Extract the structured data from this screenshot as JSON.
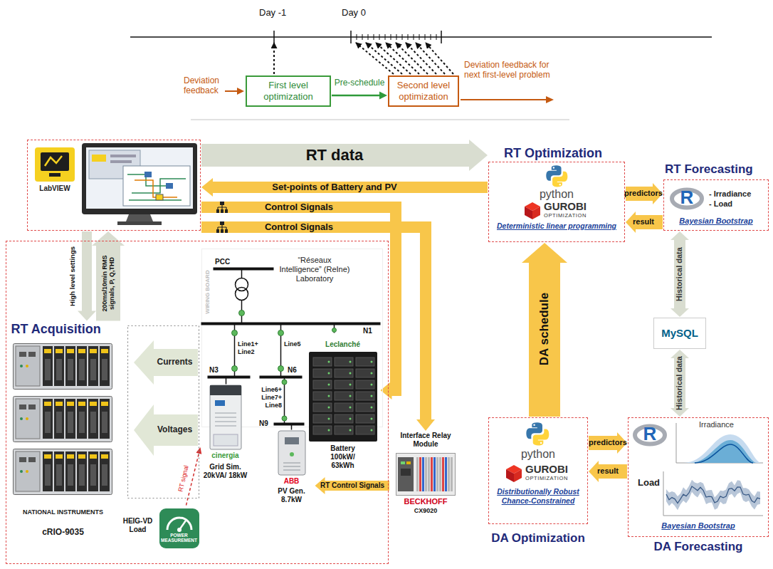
{
  "diagram": {
    "nodes": [
      {
        "text": [
          "First level optimization"
        ]
      },
      {
        "text": [
          "Second level optimization"
        ]
      },
      {
        "text": [
          "LabVIEW"
        ]
      },
      {
        "text": [
          "“Réseaux Intelligence” (ReIne) Laboratory"
        ]
      },
      {
        "text": [
          "RT Acquisition",
          "NATIONAL INSTRUMENTS",
          "cRIO-9035"
        ],
        "in": 3
      },
      {
        "text": [
          "Currents"
        ],
        "in": 3
      },
      {
        "text": [
          "Voltages"
        ],
        "in": 3
      },
      {
        "text": [
          "cinergia",
          "Grid Sim. 20kVA/ 18kW"
        ],
        "in": 3
      },
      {
        "text": [
          "ABB",
          "PV Gen. 8.7kW"
        ],
        "in": 3
      },
      {
        "text": [
          "Leclanché",
          "Battery 100kW/ 63kWh"
        ],
        "in": 3
      },
      {
        "text": [
          "HEIG-VD Load",
          "POWER MEASUREMENT"
        ],
        "in": 3
      },
      {
        "text": [
          "Interface Relay Module",
          "BECKHOFF",
          "CX9020"
        ]
      },
      {
        "text": [
          "RT Optimization",
          "python",
          "GUROBI",
          "OPTIMIZATION",
          "Deterministic linear programming"
        ]
      },
      {
        "text": [
          "RT Forecasting",
          "R",
          "- Irradiance",
          "- Load",
          "Bayesian Bootstrap"
        ]
      },
      {
        "text": [
          "MySQL"
        ]
      },
      {
        "text": [
          "python",
          "GUROBI",
          "OPTIMIZATION",
          "Distributionally Robust Chance-Constrained",
          "DA Optimization"
        ]
      },
      {
        "text": [
          "R",
          "Irradiance",
          "Load",
          "Bayesian Bootstrap",
          "DA Forecasting"
        ]
      }
    ],
    "edges": [
      {
        "from": 0,
        "to": 1,
        "arrow": "to",
        "label": "Pre-schedule"
      },
      {
        "from": 2,
        "to": 12,
        "arrow": "to",
        "label": "RT data"
      },
      {
        "from": 12,
        "to": 2,
        "arrow": "to",
        "label": "Set-points of Battery and PV"
      },
      {
        "from": 2,
        "to": 9,
        "arrow": "to",
        "label": "Control Signals"
      },
      {
        "from": 2,
        "to": 11,
        "arrow": "to",
        "label": "Control Signals"
      },
      {
        "from": 2,
        "to": 4,
        "arrow": "to",
        "label": "High level settings"
      },
      {
        "from": 4,
        "to": 2,
        "arrow": "to",
        "label": "200ms/10min RMS signals, P, Q,THD"
      },
      {
        "from": 10,
        "to": 7,
        "arrow": "to",
        "label": "RT signal"
      },
      {
        "from": 11,
        "to": 8,
        "arrow": "to",
        "label": "RT Control Signals"
      },
      {
        "from": 12,
        "to": 13,
        "arrow": "to",
        "label": "predictors"
      },
      {
        "from": 13,
        "to": 12,
        "arrow": "to",
        "label": "result"
      },
      {
        "from": 14,
        "to": 13,
        "arrow": "both",
        "label": "Historical data"
      },
      {
        "from": 14,
        "to": 16,
        "arrow": "both",
        "label": "Historical data"
      },
      {
        "from": 15,
        "to": 12,
        "arrow": "to",
        "label": "DA schedule"
      },
      {
        "from": 15,
        "to": 16,
        "arrow": "to",
        "label": "predictors"
      },
      {
        "from": 16,
        "to": 15,
        "arrow": "to",
        "label": "result"
      }
    ],
    "labels": [
      "Day -1",
      "Day 0",
      "Deviation feedback",
      "Deviation feedback for next first-level problem",
      "PCC",
      "N1",
      "N3",
      "N6",
      "N9",
      "Line1+ Line2",
      "Line5",
      "Line6+ Line7+ Line8",
      "WIRING BOARD"
    ]
  }
}
